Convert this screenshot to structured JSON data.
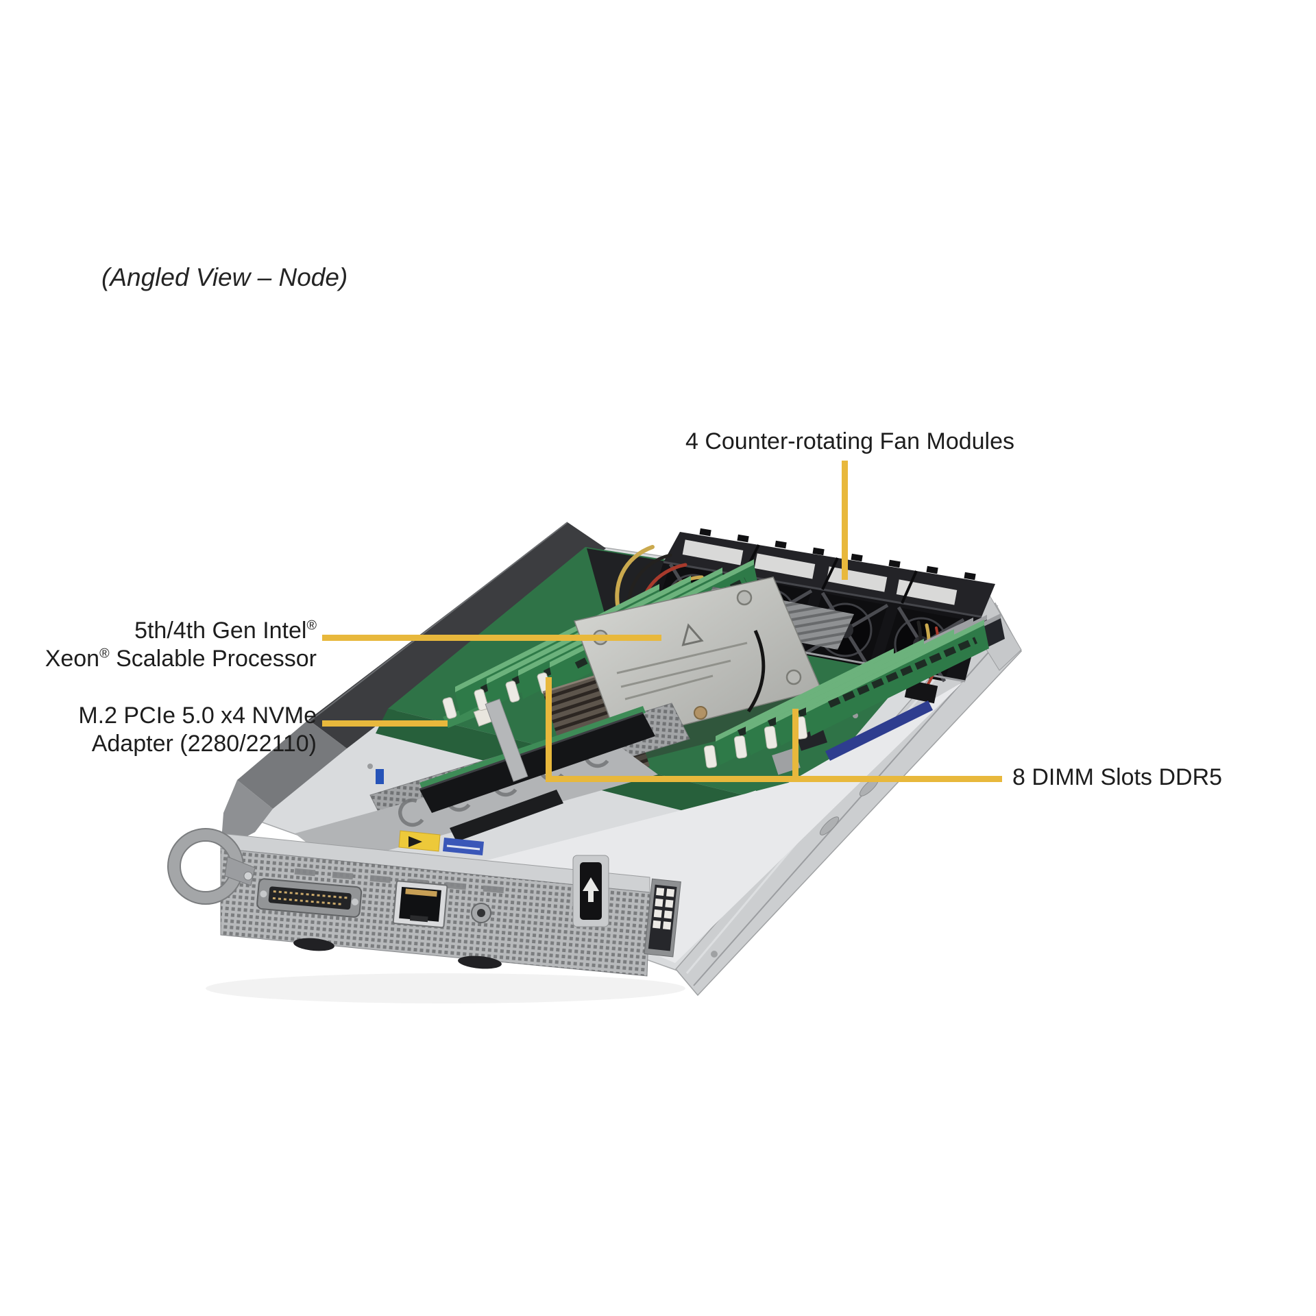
{
  "figure_caption": {
    "text": "(Angled View – Node)"
  },
  "callouts": {
    "fans": {
      "label": "4 Counter-rotating Fan Modules"
    },
    "processor": {
      "line1_text": "5th/4th Gen Intel",
      "line1_reg": "®",
      "line2_word": "Xeon",
      "line2_reg": "®",
      "line2_rest": " Scalable Processor"
    },
    "m2": {
      "line1": "M.2 PCIe 5.0 x4 NVMe",
      "line2": "Adapter (2280/22110)"
    },
    "dimms": {
      "label": "8 DIMM Slots DDR5"
    }
  },
  "colors": {
    "background": "#ffffff",
    "leader_line": "#E8B83C",
    "label_text": "#1d1d1d",
    "motherboard_green": "#2f7347",
    "dimm_green": "#2e7a48",
    "fan_black": "#141417",
    "chassis_gray": "#b7b9bb"
  },
  "illustration": {
    "type": "server-node-photo",
    "components": [
      "fan-modules",
      "cpu-heatsink",
      "dimm-bank-left",
      "dimm-bank-right",
      "motherboard",
      "riser-slot",
      "front-io-panel",
      "rj45-port",
      "dsub-connector",
      "power-button",
      "chassis-latch",
      "handle-ring",
      "power-cables",
      "chassis-tray",
      "warning-sticker",
      "service-sticker",
      "m2-adapter-area"
    ]
  }
}
